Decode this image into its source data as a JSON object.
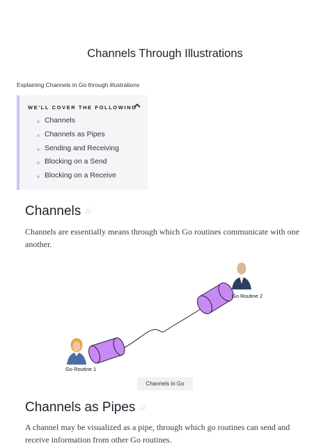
{
  "page": {
    "title": "Channels Through Illustrations",
    "subtitle": "Explaining Channels in Go through illustrations"
  },
  "toc": {
    "header": "WE'LL COVER THE FOLLOWING",
    "items": [
      {
        "label": "Channels"
      },
      {
        "label": "Channels as Pipes"
      },
      {
        "label": "Sending and Receiving"
      },
      {
        "label": "Blocking on a Send"
      },
      {
        "label": "Blocking on a Receive"
      }
    ]
  },
  "sections": {
    "channels": {
      "heading": "Channels",
      "anchor": "#",
      "paragraph": "Channels are essentially means through which Go routines communicate with one another."
    },
    "pipes": {
      "heading": "Channels as Pipes",
      "anchor": "#",
      "paragraph": "A channel may be visualized as a pipe, through which go routines can send and receive information from other Go routines."
    }
  },
  "figure": {
    "label_routine_1": "Go Routine 1",
    "label_routine_2": "Go Routine 2",
    "caption": "Channels in Go",
    "pipe_color": "#c78af5"
  }
}
